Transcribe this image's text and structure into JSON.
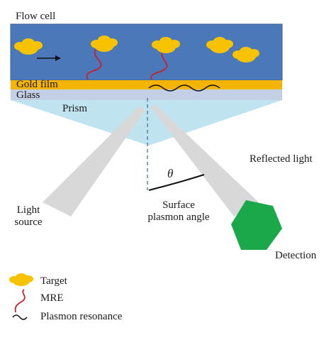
{
  "labels": {
    "flow_cell": "Flow cell",
    "gold_film": "Gold film",
    "glass": "Glass",
    "prism": "Prism",
    "reflected_light": "Reflected light",
    "theta": "θ",
    "light_source": "Light source",
    "surface_plasmon_angle": "Surface plasmon angle",
    "detection": "Detection"
  },
  "legend": [
    {
      "label": "Target",
      "icon": "target-blob-icon"
    },
    {
      "label": "MRE",
      "icon": "mre-strand-icon"
    },
    {
      "label": "Plasmon resonance",
      "icon": "plasmon-wave-icon"
    }
  ],
  "colors": {
    "flow_cell": "#4a78b8",
    "gold_film": "#f4b400",
    "glass": "#c3cfe4",
    "prism": "#bfe3ef",
    "target": "#f7c200",
    "mre": "#c8202a",
    "detector": "#1aa84a",
    "beam": "#d8d8d8"
  }
}
